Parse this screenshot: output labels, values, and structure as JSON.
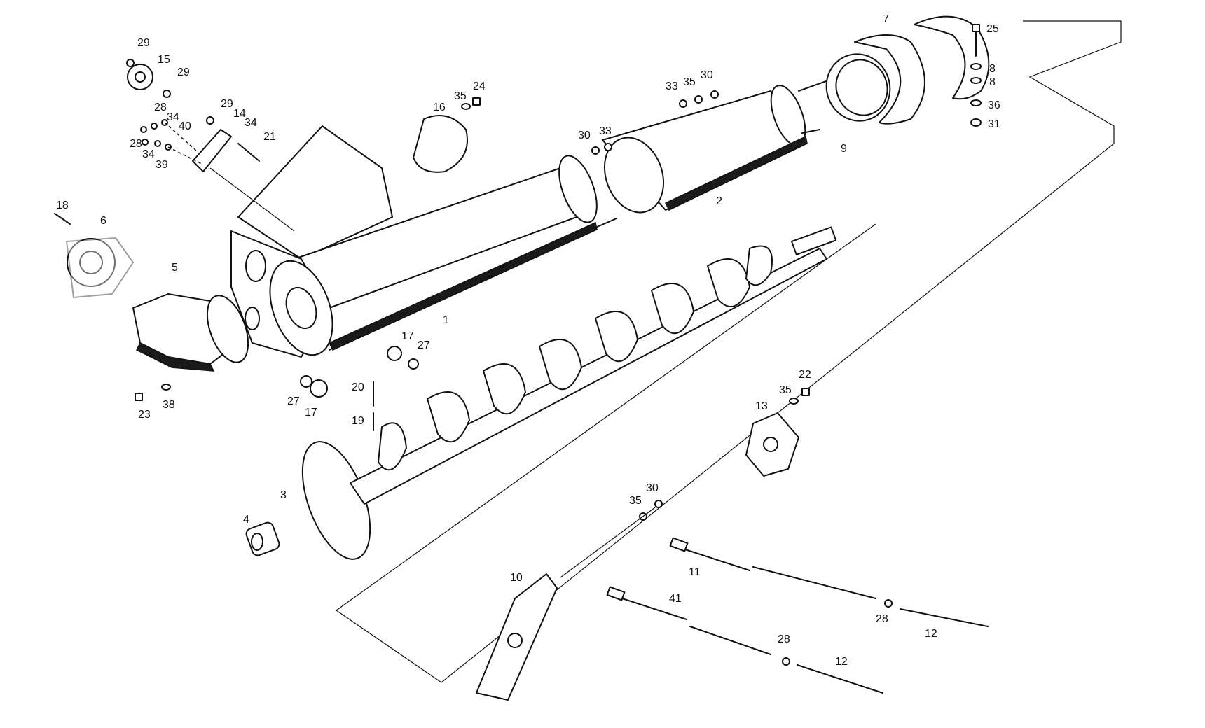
{
  "diagram": {
    "callouts": [
      {
        "id": "c1",
        "text": "1"
      },
      {
        "id": "c2",
        "text": "2"
      },
      {
        "id": "c3",
        "text": "3"
      },
      {
        "id": "c4",
        "text": "4"
      },
      {
        "id": "c5",
        "text": "5"
      },
      {
        "id": "c6",
        "text": "6"
      },
      {
        "id": "c7",
        "text": "7"
      },
      {
        "id": "c8a",
        "text": "8"
      },
      {
        "id": "c8b",
        "text": "8"
      },
      {
        "id": "c9",
        "text": "9"
      },
      {
        "id": "c10",
        "text": "10"
      },
      {
        "id": "c11",
        "text": "11"
      },
      {
        "id": "c12a",
        "text": "12"
      },
      {
        "id": "c12b",
        "text": "12"
      },
      {
        "id": "c13",
        "text": "13"
      },
      {
        "id": "c14",
        "text": "14"
      },
      {
        "id": "c15",
        "text": "15"
      },
      {
        "id": "c16",
        "text": "16"
      },
      {
        "id": "c17a",
        "text": "17"
      },
      {
        "id": "c17b",
        "text": "17"
      },
      {
        "id": "c18",
        "text": "18"
      },
      {
        "id": "c19",
        "text": "19"
      },
      {
        "id": "c20",
        "text": "20"
      },
      {
        "id": "c21",
        "text": "21"
      },
      {
        "id": "c22",
        "text": "22"
      },
      {
        "id": "c23",
        "text": "23"
      },
      {
        "id": "c24",
        "text": "24"
      },
      {
        "id": "c25",
        "text": "25"
      },
      {
        "id": "c27a",
        "text": "27"
      },
      {
        "id": "c27b",
        "text": "27"
      },
      {
        "id": "c28a",
        "text": "28"
      },
      {
        "id": "c28b",
        "text": "28"
      },
      {
        "id": "c28c",
        "text": "28"
      },
      {
        "id": "c28d",
        "text": "28"
      },
      {
        "id": "c29a",
        "text": "29"
      },
      {
        "id": "c29b",
        "text": "29"
      },
      {
        "id": "c29c",
        "text": "29"
      },
      {
        "id": "c30a",
        "text": "30"
      },
      {
        "id": "c30b",
        "text": "30"
      },
      {
        "id": "c30c",
        "text": "30"
      },
      {
        "id": "c31",
        "text": "31"
      },
      {
        "id": "c33a",
        "text": "33"
      },
      {
        "id": "c33b",
        "text": "33"
      },
      {
        "id": "c34a",
        "text": "34"
      },
      {
        "id": "c34b",
        "text": "34"
      },
      {
        "id": "c34c",
        "text": "34"
      },
      {
        "id": "c35a",
        "text": "35"
      },
      {
        "id": "c35b",
        "text": "35"
      },
      {
        "id": "c35c",
        "text": "35"
      },
      {
        "id": "c35d",
        "text": "35"
      },
      {
        "id": "c36",
        "text": "36"
      },
      {
        "id": "c38",
        "text": "38"
      },
      {
        "id": "c39",
        "text": "39"
      },
      {
        "id": "c40",
        "text": "40"
      },
      {
        "id": "c41",
        "text": "41"
      }
    ]
  }
}
